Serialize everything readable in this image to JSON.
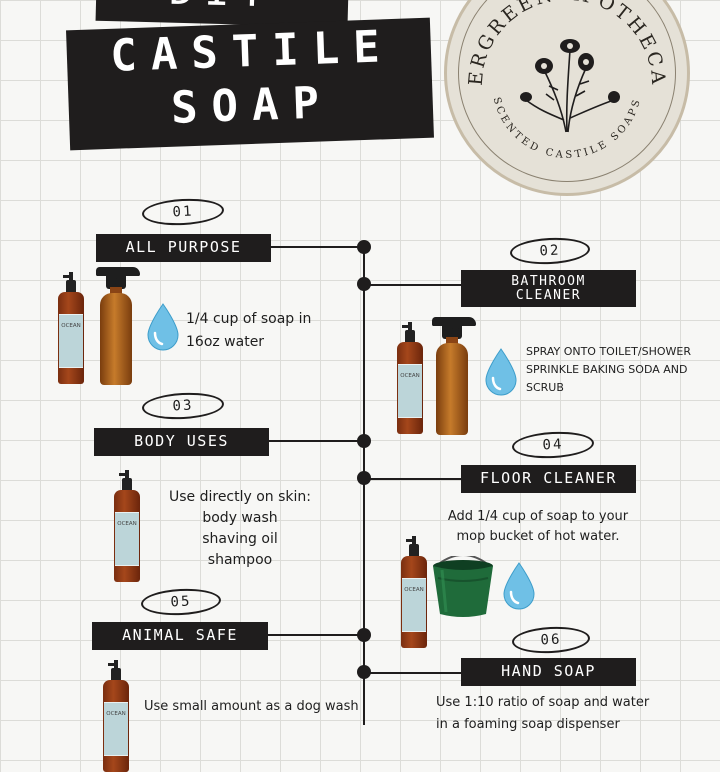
{
  "title": {
    "line0": "DIY",
    "line1": "CASTILE",
    "line2": "SOAP"
  },
  "logo": {
    "arc_top": "EVERGREEN APOTHECARY",
    "arc_bottom": "SCENTED CASTILE SOAPS",
    "icon": "wildflower-bouquet"
  },
  "product_label": "OCEAN",
  "colors": {
    "label_bg": "#1f1d1d",
    "grid_line": "#dcdcd8",
    "bottle_amber": "#a5471b",
    "bucket_green": "#1f6b3a",
    "water_drop": "#6fc0e6"
  },
  "steps": [
    {
      "number": "01",
      "label": "ALL PURPOSE",
      "desc": [
        "1/4 cup of soap in",
        "16oz water"
      ]
    },
    {
      "number": "02",
      "label": "BATHROOM CLEANER",
      "desc": [
        "SPRAY ONTO TOILET/SHOWER",
        "SPRINKLE BAKING SODA AND",
        "SCRUB"
      ]
    },
    {
      "number": "03",
      "label": "BODY USES",
      "desc": [
        "Use directly on skin:",
        "body wash",
        "shaving oil",
        "shampoo"
      ]
    },
    {
      "number": "04",
      "label": "FLOOR CLEANER",
      "desc": [
        "Add 1/4 cup of soap to your",
        "mop bucket of hot water."
      ]
    },
    {
      "number": "05",
      "label": "ANIMAL SAFE",
      "desc": [
        "Use small amount as a dog wash"
      ]
    },
    {
      "number": "06",
      "label": "HAND SOAP",
      "desc": [
        "Use 1:10 ratio of soap and water",
        "in a foaming soap dispenser"
      ]
    }
  ]
}
